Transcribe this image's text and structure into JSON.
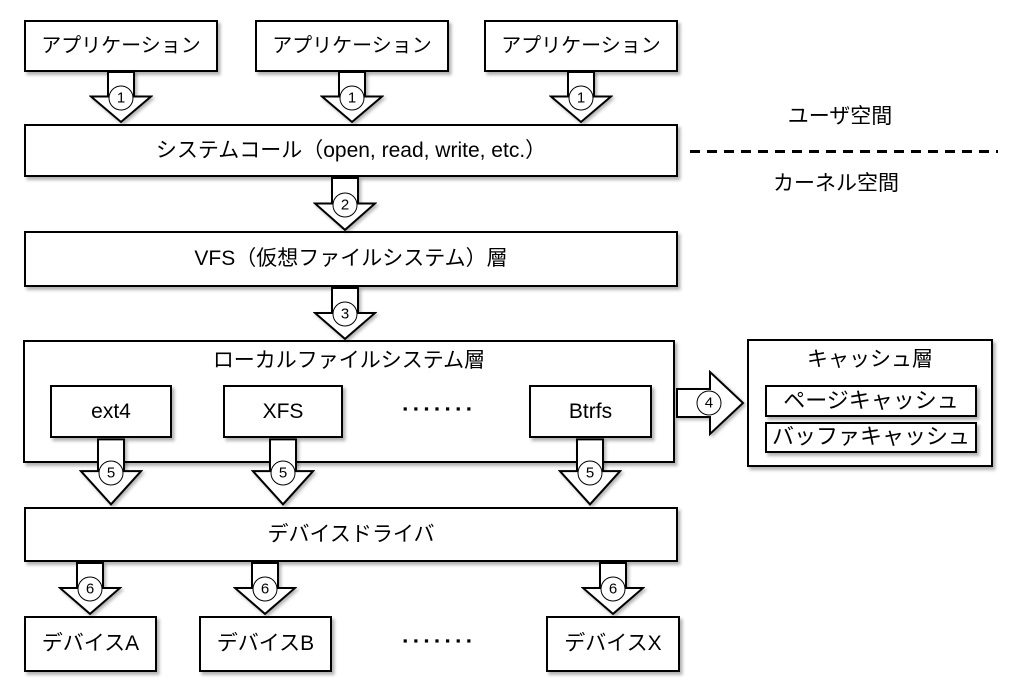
{
  "apps": [
    "アプリケーション",
    "アプリケーション",
    "アプリケーション"
  ],
  "syscall": "システムコール（open, read, write, etc.）",
  "space": {
    "user": "ユーザ空間",
    "kernel": "カーネル空間"
  },
  "vfs": "VFS（仮想ファイルシステム）層",
  "localfs": {
    "title": "ローカルファイルシステム層",
    "fs": [
      "ext4",
      "XFS",
      "Btrfs"
    ],
    "dots": "▪▪▪▪▪▪▪"
  },
  "cache": {
    "title": "キャッシュ層",
    "page": "ページキャッシュ",
    "buffer": "バッファキャッシュ"
  },
  "driver": "デバイスドライバ",
  "devices": [
    "デバイスA",
    "デバイスB",
    "デバイスX"
  ],
  "devdots": "▪▪▪▪▪▪▪",
  "steps": {
    "s1": "1",
    "s2": "2",
    "s3": "3",
    "s4": "4",
    "s5": "5",
    "s6": "6"
  }
}
